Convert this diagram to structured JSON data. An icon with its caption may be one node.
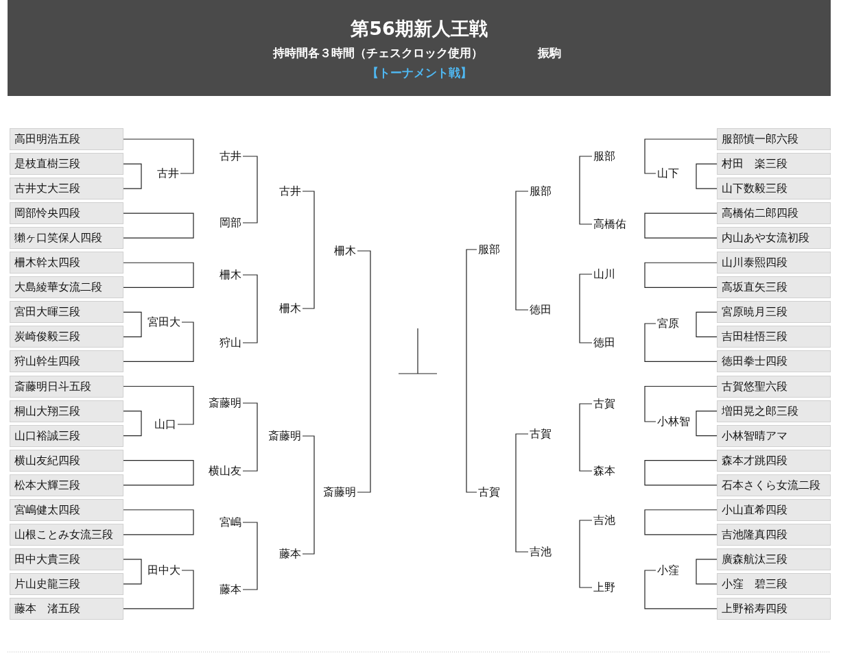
{
  "diagram": {
    "title": "第56期新人王戦",
    "nodes": [
      {
        "text": [
          "高田明浩五段"
        ]
      },
      {
        "text": [
          "是枝直樹三段"
        ]
      },
      {
        "text": [
          "古井丈大三段"
        ]
      },
      {
        "text": [
          "岡部怜央四段"
        ]
      },
      {
        "text": [
          "獺ヶ口笑保人四段"
        ]
      },
      {
        "text": [
          "柵木幹太四段"
        ]
      },
      {
        "text": [
          "大島綾華女流二段"
        ]
      },
      {
        "text": [
          "宮田大暉三段"
        ]
      },
      {
        "text": [
          "炭崎俊毅三段"
        ]
      },
      {
        "text": [
          "狩山幹生四段"
        ]
      },
      {
        "text": [
          "斎藤明日斗五段"
        ]
      },
      {
        "text": [
          "桐山大翔三段"
        ]
      },
      {
        "text": [
          "山口裕誠三段"
        ]
      },
      {
        "text": [
          "横山友紀四段"
        ]
      },
      {
        "text": [
          "松本大輝三段"
        ]
      },
      {
        "text": [
          "宮嶋健太四段"
        ]
      },
      {
        "text": [
          "山根ことみ女流三段"
        ]
      },
      {
        "text": [
          "田中大貴三段"
        ]
      },
      {
        "text": [
          "片山史龍三段"
        ]
      },
      {
        "text": [
          "藤本　渚五段"
        ]
      },
      {
        "text": [
          "古井"
        ]
      },
      {
        "text": [
          "宮田大"
        ]
      },
      {
        "text": [
          "山口"
        ]
      },
      {
        "text": [
          "田中大"
        ]
      },
      {
        "text": [
          "古井"
        ]
      },
      {
        "text": [
          "岡部"
        ]
      },
      {
        "text": [
          "柵木"
        ]
      },
      {
        "text": [
          "狩山"
        ]
      },
      {
        "text": [
          "斎藤明"
        ]
      },
      {
        "text": [
          "横山友"
        ]
      },
      {
        "text": [
          "宮嶋"
        ]
      },
      {
        "text": [
          "藤本"
        ]
      },
      {
        "text": [
          "古井"
        ]
      },
      {
        "text": [
          "柵木"
        ]
      },
      {
        "text": [
          "斎藤明"
        ]
      },
      {
        "text": [
          "藤本"
        ]
      },
      {
        "text": [
          "柵木"
        ]
      },
      {
        "text": [
          "斎藤明"
        ]
      },
      {
        "text": [
          "服部"
        ]
      },
      {
        "text": [
          "古賀"
        ]
      },
      {
        "text": [
          "服部"
        ]
      },
      {
        "text": [
          "徳田"
        ]
      },
      {
        "text": [
          "古賀"
        ]
      },
      {
        "text": [
          "吉池"
        ]
      },
      {
        "text": [
          "服部"
        ]
      },
      {
        "text": [
          "高橋佑"
        ]
      },
      {
        "text": [
          "山川"
        ]
      },
      {
        "text": [
          "徳田"
        ]
      },
      {
        "text": [
          "古賀"
        ]
      },
      {
        "text": [
          "森本"
        ]
      },
      {
        "text": [
          "吉池"
        ]
      },
      {
        "text": [
          "上野"
        ]
      },
      {
        "text": [
          "山下"
        ]
      },
      {
        "text": [
          "宮原"
        ]
      },
      {
        "text": [
          "小林智"
        ]
      },
      {
        "text": [
          "小窪"
        ]
      },
      {
        "text": [
          "服部慎一郎六段"
        ]
      },
      {
        "text": [
          "村田　楽三段"
        ]
      },
      {
        "text": [
          "山下数毅三段"
        ]
      },
      {
        "text": [
          "高橋佑二郎四段"
        ]
      },
      {
        "text": [
          "内山あや女流初段"
        ]
      },
      {
        "text": [
          "山川泰熙四段"
        ]
      },
      {
        "text": [
          "高坂直矢三段"
        ]
      },
      {
        "text": [
          "宮原暁月三段"
        ]
      },
      {
        "text": [
          "吉田桂悟三段"
        ]
      },
      {
        "text": [
          "徳田拳士四段"
        ]
      },
      {
        "text": [
          "古賀悠聖六段"
        ]
      },
      {
        "text": [
          "増田晃之郎三段"
        ]
      },
      {
        "text": [
          "小林智晴アマ"
        ]
      },
      {
        "text": [
          "森本才跳四段"
        ]
      },
      {
        "text": [
          "石本さくら女流二段"
        ]
      },
      {
        "text": [
          "小山直希四段"
        ]
      },
      {
        "text": [
          "吉池隆真四段"
        ]
      },
      {
        "text": [
          "廣森航汰三段"
        ]
      },
      {
        "text": [
          "小窪　碧三段"
        ]
      },
      {
        "text": [
          "上野裕寿四段"
        ]
      }
    ],
    "edges": [
      {
        "from": 1,
        "to": 2,
        "arrow": "none"
      },
      {
        "from": 0,
        "to": 20,
        "arrow": "none"
      },
      {
        "from": 3,
        "to": 4,
        "arrow": "none"
      },
      {
        "from": 5,
        "to": 6,
        "arrow": "none"
      },
      {
        "from": 7,
        "to": 8,
        "arrow": "none"
      },
      {
        "from": 21,
        "to": 9,
        "arrow": "none"
      },
      {
        "from": 11,
        "to": 12,
        "arrow": "none"
      },
      {
        "from": 10,
        "to": 22,
        "arrow": "none"
      },
      {
        "from": 13,
        "to": 14,
        "arrow": "none"
      },
      {
        "from": 15,
        "to": 16,
        "arrow": "none"
      },
      {
        "from": 17,
        "to": 18,
        "arrow": "none"
      },
      {
        "from": 23,
        "to": 19,
        "arrow": "none"
      },
      {
        "from": 24,
        "to": 25,
        "arrow": "none"
      },
      {
        "from": 26,
        "to": 27,
        "arrow": "none"
      },
      {
        "from": 28,
        "to": 29,
        "arrow": "none"
      },
      {
        "from": 30,
        "to": 31,
        "arrow": "none"
      },
      {
        "from": 32,
        "to": 33,
        "arrow": "none"
      },
      {
        "from": 34,
        "to": 35,
        "arrow": "none"
      },
      {
        "from": 36,
        "to": 37,
        "arrow": "none"
      },
      {
        "from": 38,
        "to": 39,
        "arrow": "none"
      },
      {
        "from": 40,
        "to": 41,
        "arrow": "none"
      },
      {
        "from": 42,
        "to": 43,
        "arrow": "none"
      },
      {
        "from": 44,
        "to": 45,
        "arrow": "none"
      },
      {
        "from": 46,
        "to": 47,
        "arrow": "none"
      },
      {
        "from": 48,
        "to": 49,
        "arrow": "none"
      },
      {
        "from": 50,
        "to": 51,
        "arrow": "none"
      },
      {
        "from": 56,
        "to": 52,
        "arrow": "none"
      },
      {
        "from": 57,
        "to": 58,
        "arrow": "none"
      },
      {
        "from": 59,
        "to": 60,
        "arrow": "none"
      },
      {
        "from": 61,
        "to": 62,
        "arrow": "none"
      },
      {
        "from": 63,
        "to": 64,
        "arrow": "none"
      },
      {
        "from": 53,
        "to": 65,
        "arrow": "none"
      },
      {
        "from": 67,
        "to": 68,
        "arrow": "none"
      },
      {
        "from": 66,
        "to": 54,
        "arrow": "none"
      },
      {
        "from": 69,
        "to": 70,
        "arrow": "none"
      },
      {
        "from": 71,
        "to": 72,
        "arrow": "none"
      },
      {
        "from": 73,
        "to": 74,
        "arrow": "none"
      },
      {
        "from": 55,
        "to": 75,
        "arrow": "none"
      }
    ],
    "labels": [
      "持時間各３時間（チェスクロック使用）",
      "振駒",
      "【トーナメント戦】"
    ]
  }
}
